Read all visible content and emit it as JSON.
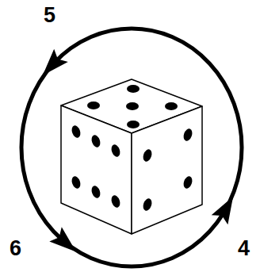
{
  "diagram": {
    "labels": [
      "5",
      "6",
      "4"
    ]
  }
}
